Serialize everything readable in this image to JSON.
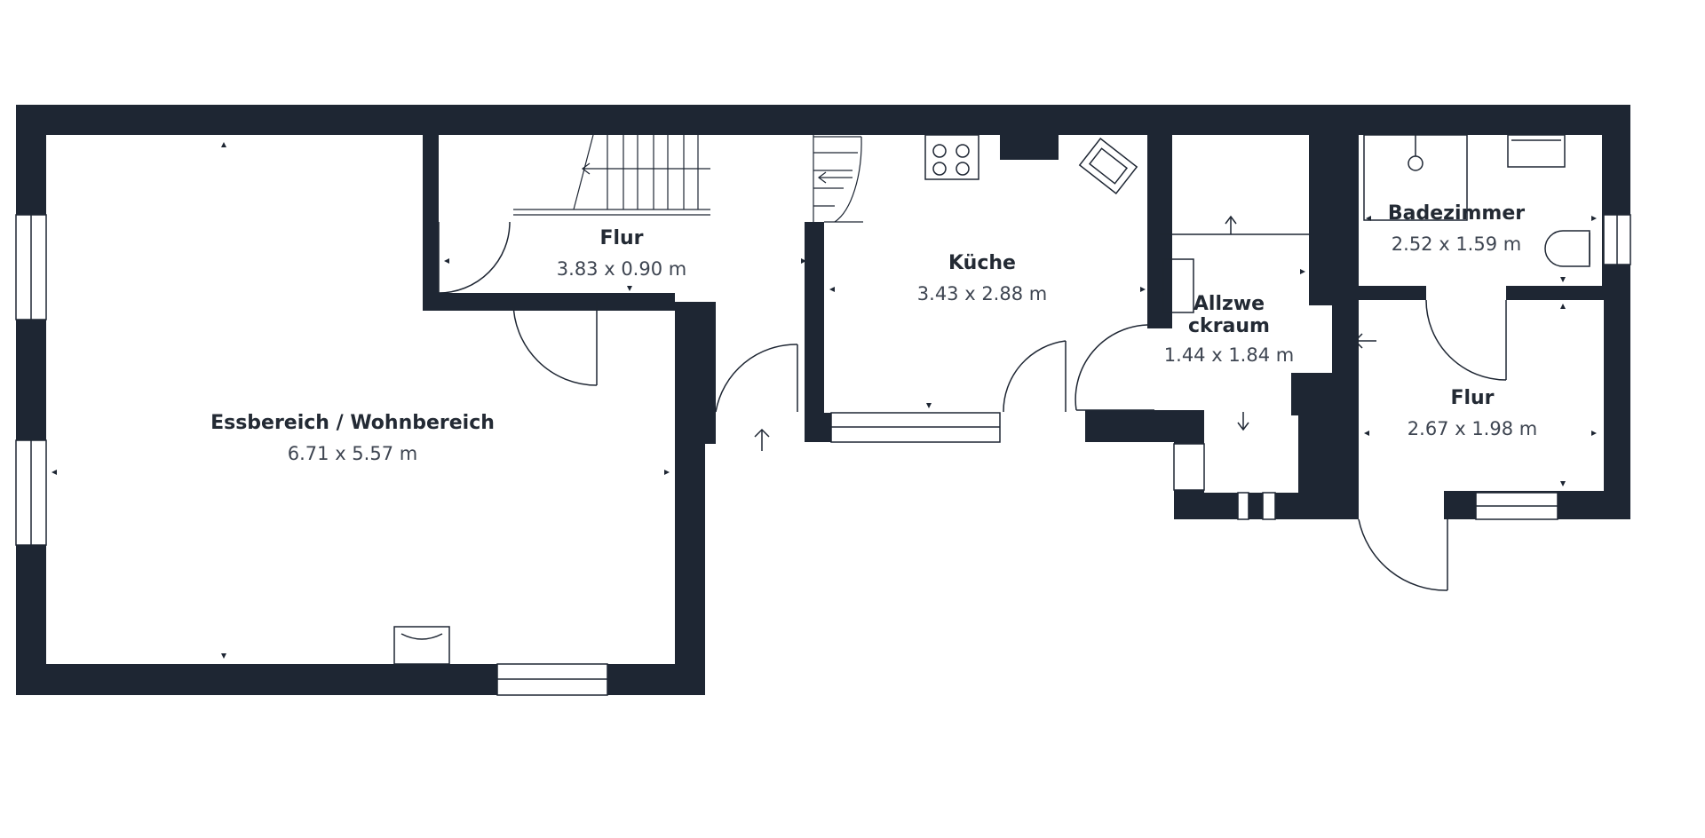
{
  "colors": {
    "wall": "#1e2633",
    "fixture": "#1e2633",
    "background": "#ffffff",
    "text": "#232a34"
  },
  "rooms": [
    {
      "id": "essbereich",
      "name": "Essbereich / Wohnbereich",
      "dims": "6.71 x 5.57 m"
    },
    {
      "id": "flur-1",
      "name": "Flur",
      "dims": "3.83 x 0.90 m"
    },
    {
      "id": "kueche",
      "name": "Küche",
      "dims": "3.43 x 2.88 m"
    },
    {
      "id": "allzweckraum",
      "name": "Allzwe\nckraum",
      "dims": "1.44 x 1.84 m"
    },
    {
      "id": "badezimmer",
      "name": "Badezimmer",
      "dims": "2.52 x 1.59 m"
    },
    {
      "id": "flur-2",
      "name": "Flur",
      "dims": "2.67 x 1.98 m"
    }
  ],
  "icons": [
    "stair-icon",
    "stove-icon",
    "sink-icon",
    "shower-icon",
    "toilet-icon",
    "door-arc-icon",
    "entrance-arrow-icon"
  ]
}
